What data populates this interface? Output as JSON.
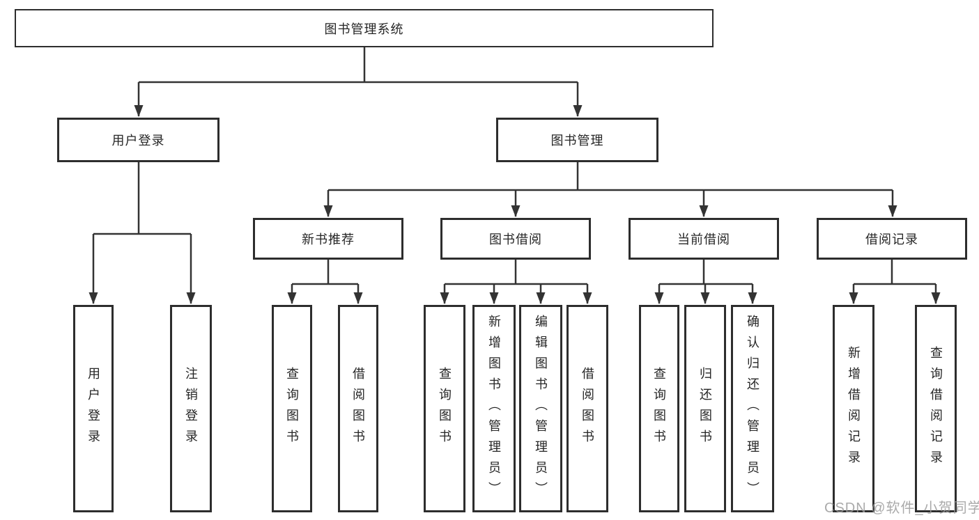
{
  "diagram_title": "图书管理系统",
  "tree": {
    "root": {
      "label": "图书管理系统"
    },
    "branches": [
      {
        "label": "用户登录",
        "children": [
          {
            "label": "用户登录"
          },
          {
            "label": "注销登录"
          }
        ]
      },
      {
        "label": "图书管理",
        "children": [
          {
            "label": "新书推荐",
            "children": [
              {
                "label": "查询图书"
              },
              {
                "label": "借阅图书"
              }
            ]
          },
          {
            "label": "图书借阅",
            "children": [
              {
                "label": "查询图书"
              },
              {
                "label": "新增图书（管理员）"
              },
              {
                "label": "编辑图书（管理员）"
              },
              {
                "label": "借阅图书"
              }
            ]
          },
          {
            "label": "当前借阅",
            "children": [
              {
                "label": "查询图书"
              },
              {
                "label": "归还图书"
              },
              {
                "label": "确认归还（管理员）"
              }
            ]
          },
          {
            "label": "借阅记录",
            "children": [
              {
                "label": "新增借阅记录"
              },
              {
                "label": "查询借阅记录"
              }
            ]
          }
        ]
      }
    ]
  },
  "watermark": {
    "text": "CSDN @软件_小贺同学"
  },
  "colors": {
    "line": "#333333",
    "box_border": "#2d2d2d",
    "text": "#262626",
    "watermark": "#9b9b9b",
    "background": "#ffffff"
  }
}
